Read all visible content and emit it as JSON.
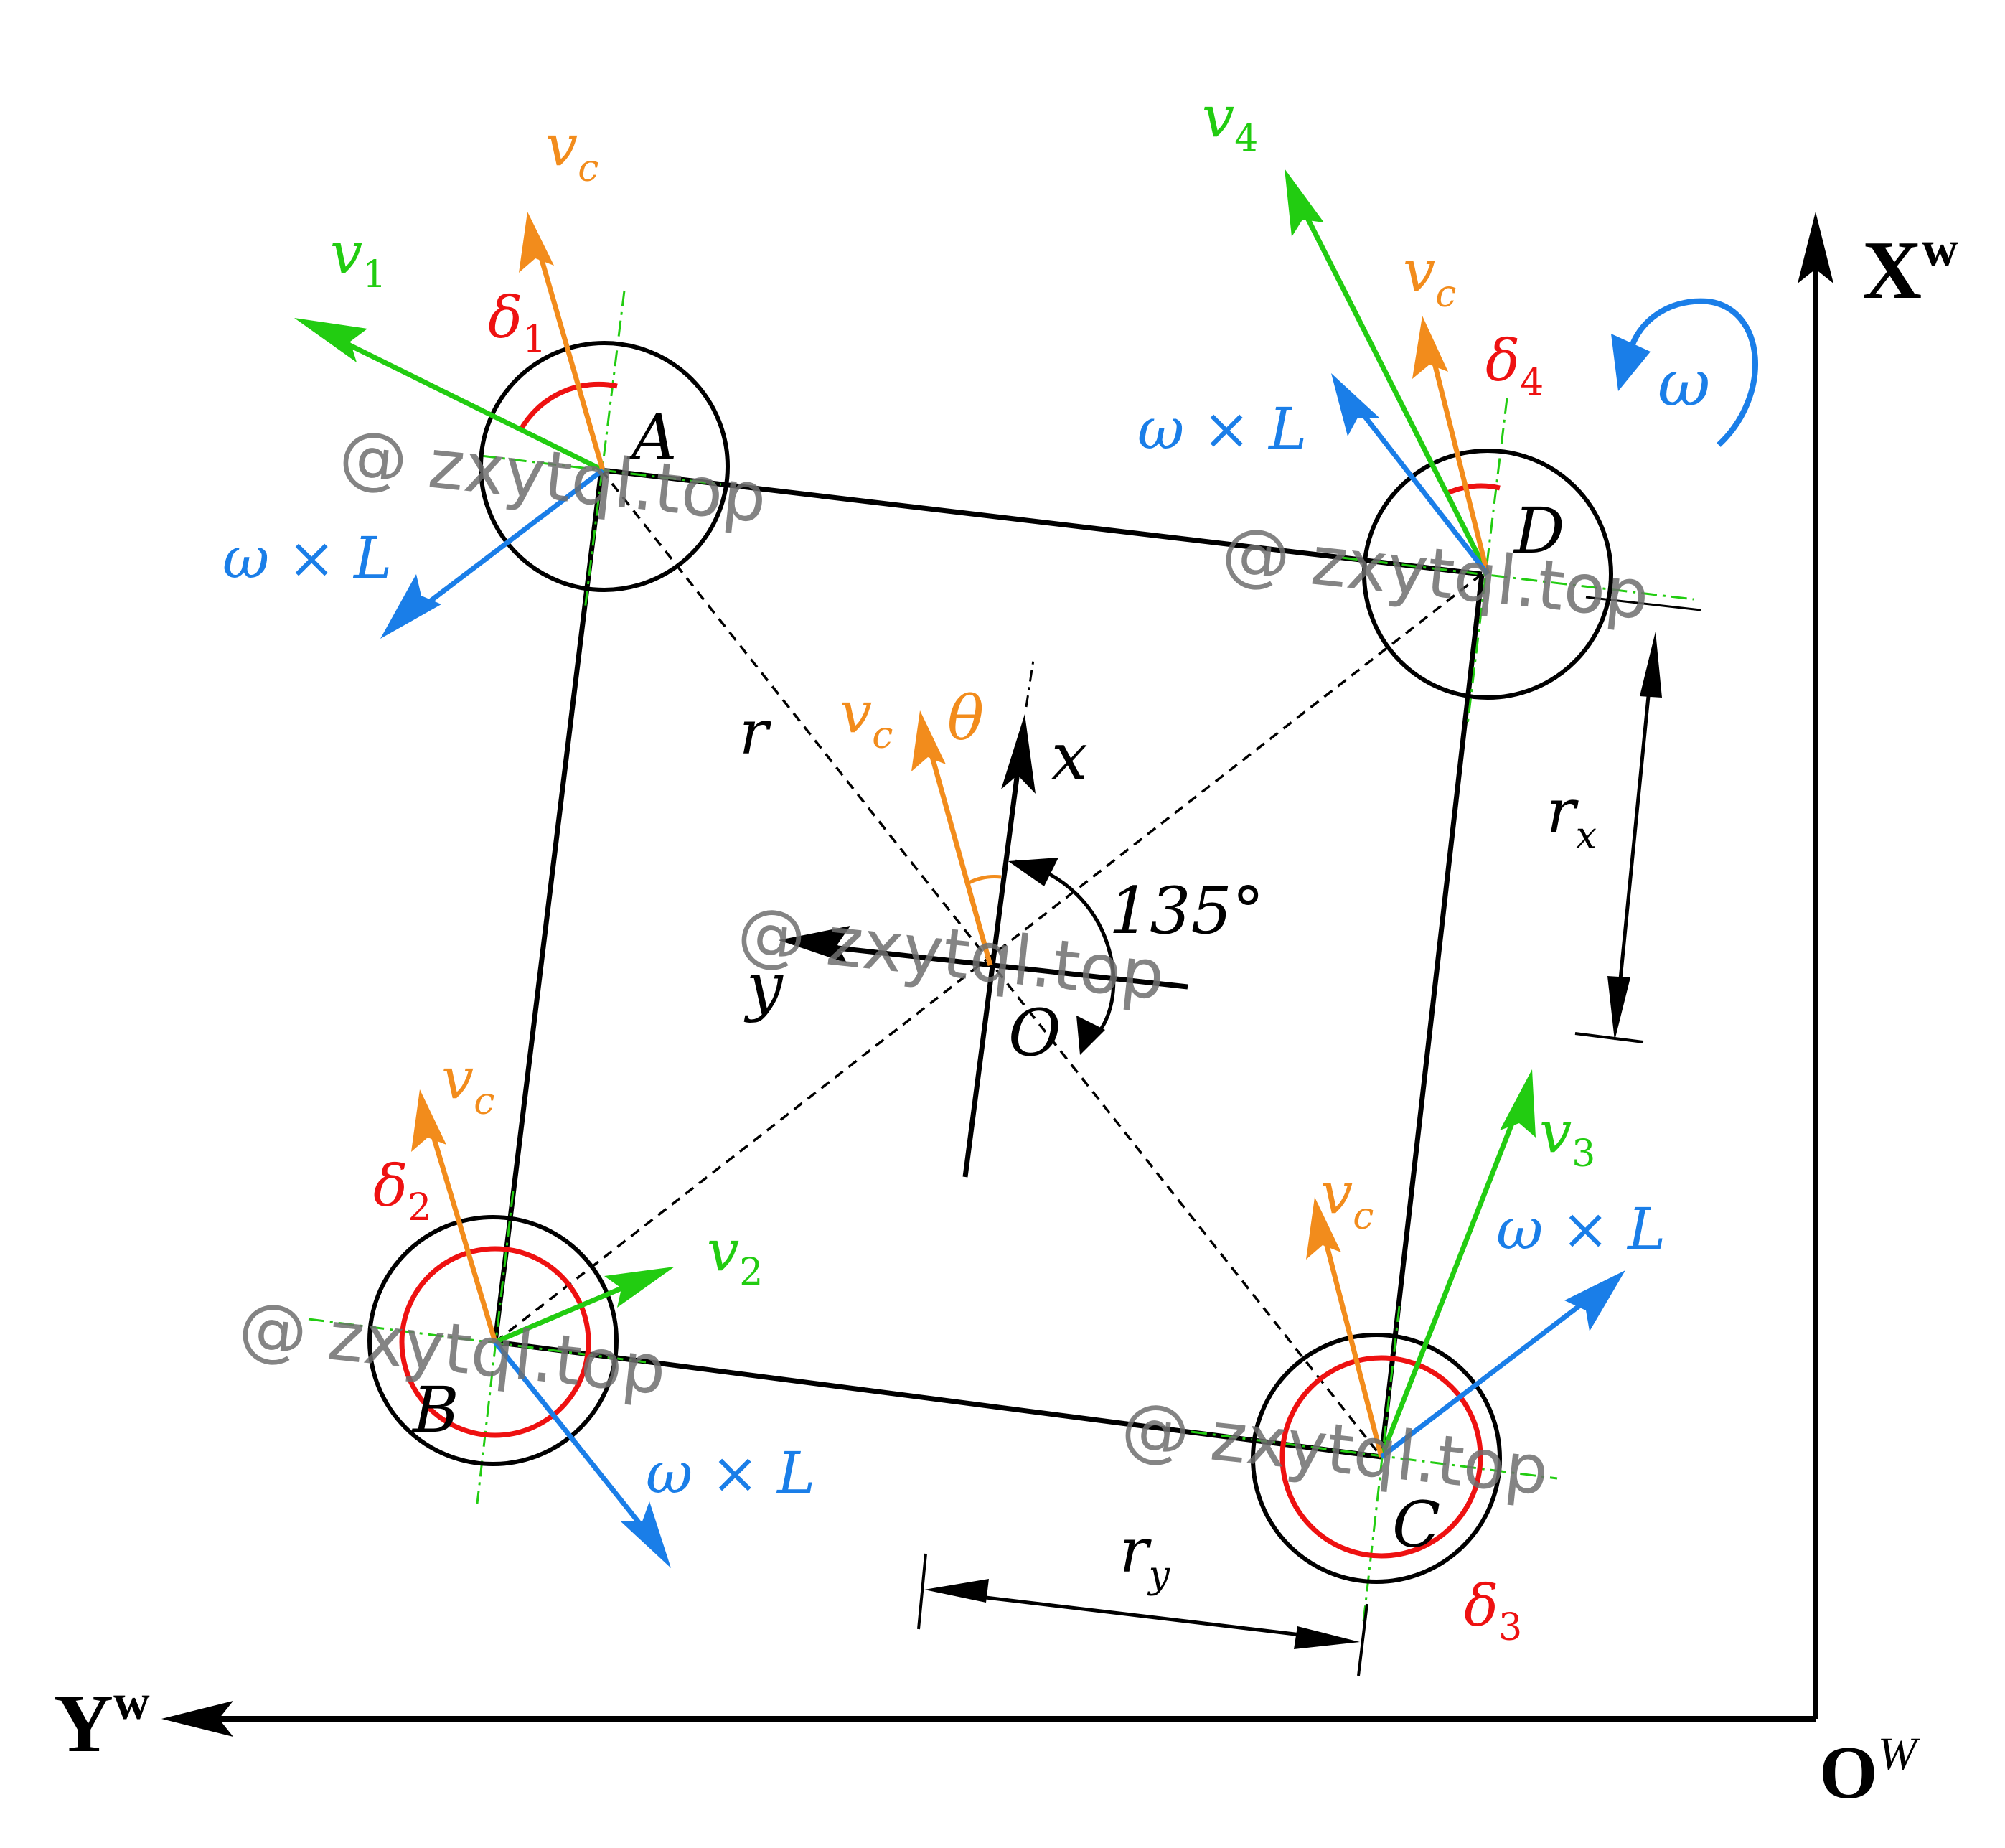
{
  "colors": {
    "black": "#000000",
    "green": "#22cc11",
    "orange": "#f28c1c",
    "blue": "#1a7ee8",
    "red": "#ee1111",
    "watermark": "#777777"
  },
  "world_axes": {
    "x_label": "X",
    "x_sup": "w",
    "y_label": "Y",
    "y_sup": "w",
    "origin_label": "O",
    "origin_sup": "W"
  },
  "body_frame": {
    "x_label": "x",
    "y_label": "y",
    "origin_label": "O",
    "angle_label": "135°",
    "theta_label": "θ",
    "r_label": "r"
  },
  "wheels": {
    "A": {
      "name": "A",
      "v": "v",
      "v_sub": "1",
      "delta": "δ",
      "delta_sub": "1"
    },
    "B": {
      "name": "B",
      "v": "v",
      "v_sub": "2",
      "delta": "δ",
      "delta_sub": "2"
    },
    "C": {
      "name": "C",
      "v": "v",
      "v_sub": "3",
      "delta": "δ",
      "delta_sub": "3"
    },
    "D": {
      "name": "D",
      "v": "v",
      "v_sub": "4",
      "delta": "δ",
      "delta_sub": "4"
    }
  },
  "vc_label": "v",
  "vc_sub": "c",
  "omega_cross_L": "ω × L",
  "omega_label": "ω",
  "dimensions": {
    "rx": "r",
    "rx_sub": "x",
    "ry": "r",
    "ry_sub": "y"
  },
  "watermark": "@ zxytql.top"
}
